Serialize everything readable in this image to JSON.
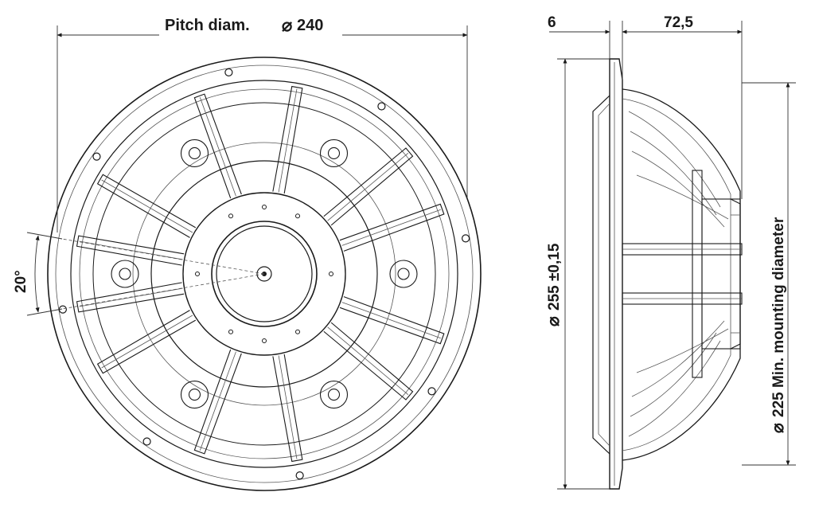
{
  "front_view": {
    "pitch_label": "Pitch diam.",
    "pitch_value": "240",
    "angle_label": "20°"
  },
  "side_view": {
    "flange_thickness": "6",
    "depth": "72,5",
    "outer_diameter": "255 ±0,15",
    "mounting_diameter": "225 Min. mounting diameter"
  },
  "symbols": {
    "diameter": "⌀"
  },
  "colors": {
    "line": "#1a1a1a",
    "background": "#ffffff"
  }
}
